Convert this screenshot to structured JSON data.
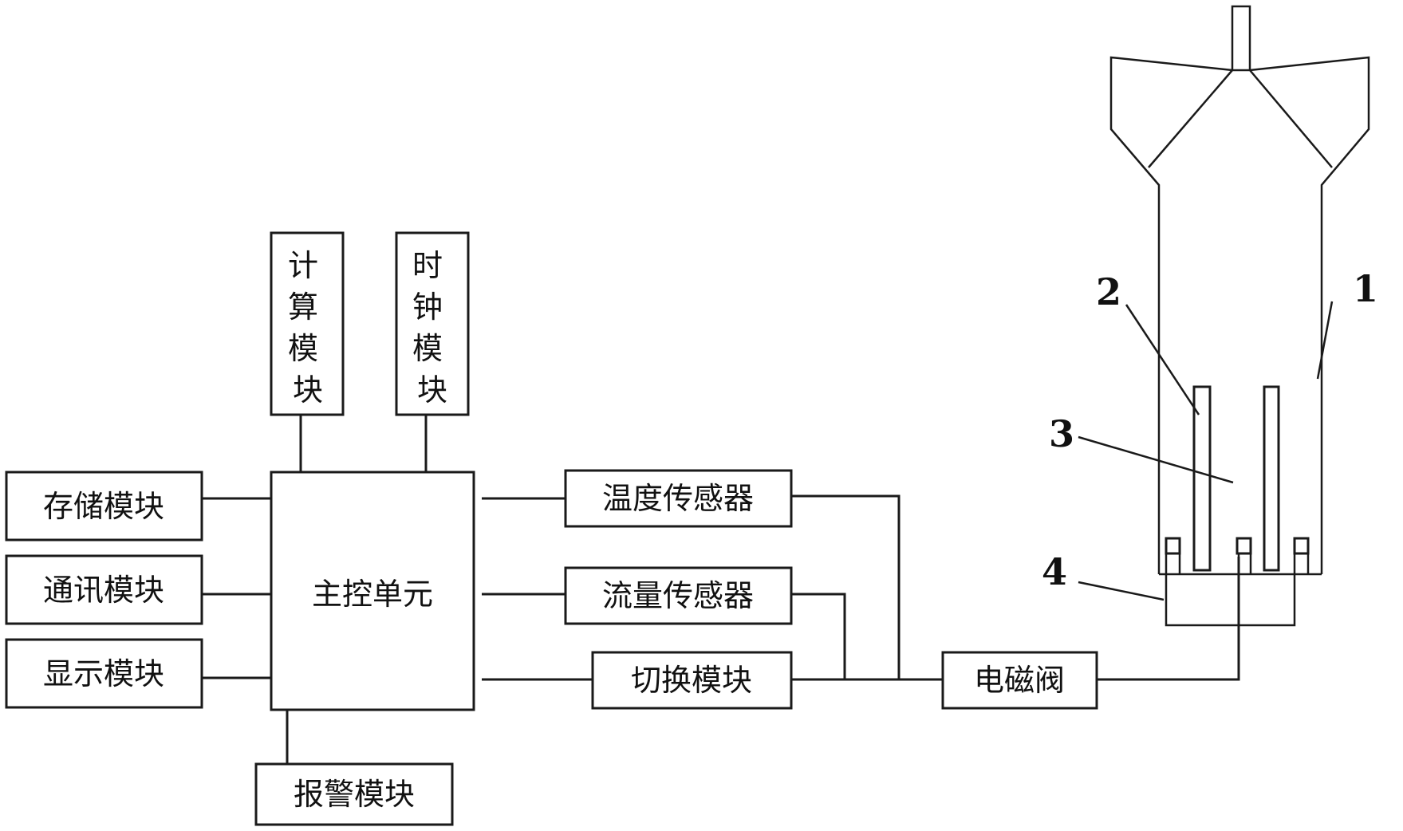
{
  "modules": {
    "compute": "计算模块",
    "clock": "时钟模块",
    "storage": "存储模块",
    "comm": "通讯模块",
    "display": "显示模块",
    "main": "主控单元",
    "alarm": "报警模块",
    "temp_sensor": "温度传感器",
    "flow_sensor": "流量传感器",
    "switch": "切换模块",
    "valve": "电磁阀"
  },
  "callouts": {
    "n1": "1",
    "n2": "2",
    "n3": "3",
    "n4": "4"
  }
}
